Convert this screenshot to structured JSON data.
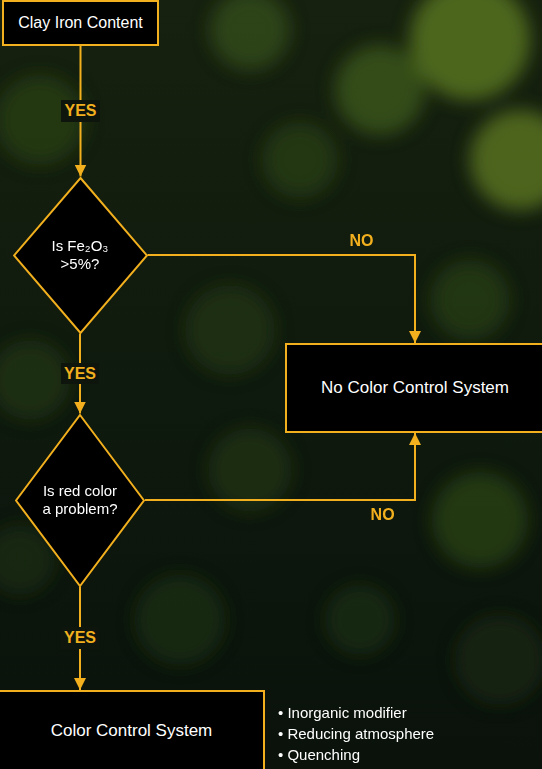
{
  "diagram": {
    "nodes": [
      {
        "text": [
          "Clay Iron Content"
        ]
      },
      {
        "text": [
          "Is Fe₂O₃ >5%?"
        ]
      },
      {
        "text": [
          "No Color Control System"
        ]
      },
      {
        "text": [
          "Is red color a problem?"
        ]
      },
      {
        "text": [
          "Color Control System"
        ]
      }
    ],
    "edges": [
      {
        "from": 0,
        "to": 1,
        "arrow": "to",
        "label": "YES"
      },
      {
        "from": 1,
        "to": 2,
        "arrow": "to",
        "label": "NO"
      },
      {
        "from": 1,
        "to": 3,
        "arrow": "to",
        "label": "YES"
      },
      {
        "from": 3,
        "to": 2,
        "arrow": "to",
        "label": "NO"
      },
      {
        "from": 3,
        "to": 4,
        "arrow": "to",
        "label": "YES"
      }
    ],
    "labels": [
      "• Inorganic modifier",
      "• Reducing atmosphere",
      "• Quenching"
    ]
  }
}
